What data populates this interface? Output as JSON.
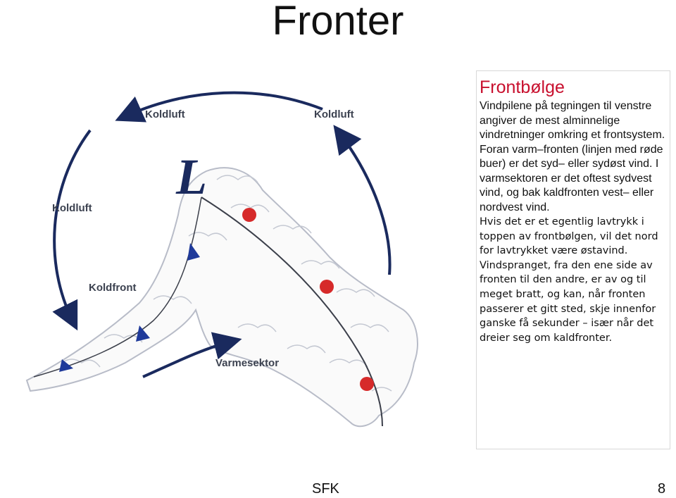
{
  "title": "Fronter",
  "diagram": {
    "labels": {
      "cold_top_left": "Koldluft",
      "cold_top_right": "Koldluft",
      "cold_left": "Koldluft",
      "cold_front": "Koldfront",
      "warm_sector": "Varmesektor"
    },
    "low_symbol": "L",
    "colors": {
      "arrow": "#1a2a5e",
      "cloud_fill": "#fafafa",
      "cloud_stroke": "#b8bcc8",
      "warm_front_marker": "#d62a2a",
      "cold_front_marker": "#1f3a9a"
    }
  },
  "panel": {
    "heading": "Frontbølge",
    "paragraph1": "Vindpilene på tegningen til venstre angiver de mest alminnelige vindretninger omkring et frontsystem. Foran varm–fronten (linjen med røde buer) er det syd– eller sydøst vind. I varmsektoren er det oftest sydvest vind, og bak kaldfronten vest– eller nordvest vind.",
    "paragraph2": "Hvis det er et egentlig lavtrykk i toppen av frontbølgen, vil det nord for lavtrykket være østavind. Vindspranget, fra den ene side av fronten til den andre, er av og til meget bratt, og kan, når fronten passerer et gitt sted, skje innenfor ganske få sekunder – især når det dreier seg om kaldfronter."
  },
  "footer": {
    "left": "SFK",
    "page_number": "8"
  }
}
